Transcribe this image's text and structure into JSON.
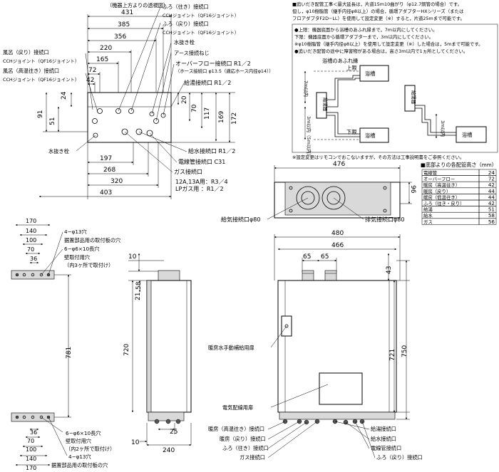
{
  "top_view": {
    "title": "（機器上方よりの透視図）",
    "dims_horizontal": [
      "431",
      "385",
      "356",
      "220",
      "165",
      "72",
      "42"
    ],
    "dims_vertical": [
      "24",
      "91",
      "51",
      "20",
      "70",
      "117",
      "169",
      "172"
    ],
    "dims_bottom": [
      "197",
      "268",
      "320",
      "403"
    ],
    "labels": {
      "bath_return": "風呂（戻り）接続口",
      "cch_1": "CCHジョイント（QF16ジョイント）",
      "bath_feed": "風呂（高温往き）接続口",
      "cch_2": "CCHジョイント（QF16ジョイント）",
      "furo_ouki": "ふろ（往き）接続口",
      "cch_3": "CCHジョイント（QF16ジョイント）",
      "furo_modori": "ふろ（戻り）接続口",
      "cch_4": "CCHジョイント（QF16ジョイント）",
      "drain_plug": "水抜き栓",
      "earth_screw": "アース接続ねじ",
      "overflow": "オーバーフロー接続口  R1／2",
      "overflow_note": "（ホース接続口 φ13.5（適応ホース内径φ14））",
      "hot_water": "給湯接続口  R1／2",
      "drain_plug_left": "水抜き栓",
      "water_inlet": "給水接続口  R1／2",
      "conduit": "電線管接続口  C31",
      "gas": "ガス接続口",
      "gas_12a": "12A,13A用：R3／4",
      "gas_lp": "LPガス用    ：R1／2"
    }
  },
  "notes": {
    "line1": "■追いだき配管工事＜最大延長は，片道15m10曲がり（φ12.7銅管の場合）です。",
    "line2": "  但し，φ10樹脂管（継手内径φ8以上）の場合，循環アダプターHXシリーズ（または",
    "line3": "  フロアダプタF2D−LL）を使用して設定変更（※）すると，片道25mまで可能です。",
    "b1": "●上限：機器底面から浴槽のあふれ縁まで，7m以内にしてください。",
    "b2": "  下限：機器底面から循環アダプターまで，3m以内にしてください。",
    "b3": "  ※φ10樹脂管（継手内径φ8以上）を使用して設定変更（※）した場合は，5mまで可能です。",
    "b4": "●追いだき配管の途中に障害物がある場合は，高さ3m以内で1ヵ所としてください。",
    "footnote": "※設定変更はリモコンでおこないますが，その方法は工事説明書をご参照ください。"
  },
  "inset": {
    "rim_label": "浴槽のあふれ縁",
    "upper_limit": "上限",
    "lower_limit": "下限",
    "unit_left": "給湯器",
    "unit_right": "給湯器",
    "tub1": "浴槽",
    "tub2": "浴槽",
    "tub3": "浴槽",
    "v7m": "7m以内",
    "v3m": "3m以内（5m以内）",
    "v3m_b": "3m以内"
  },
  "height_table": {
    "title": "■底部よりの各配管高さ（mm）",
    "rows": [
      {
        "name": "電線管",
        "value": "24"
      },
      {
        "name": "オーバーフロー",
        "value": "72"
      },
      {
        "name": "暖房（高温往き）",
        "value": "42"
      },
      {
        "name": "暖房（戻り）",
        "value": "44"
      },
      {
        "name": "暖房（低温往き）",
        "value": "44"
      },
      {
        "name": "ふろ（往き・戻り）",
        "value": "42"
      },
      {
        "name": "給湯",
        "value": "51"
      },
      {
        "name": "給水",
        "value": "58"
      },
      {
        "name": "ガス",
        "value": "56"
      }
    ]
  },
  "top_right_view": {
    "width": "476",
    "depth": "96",
    "intake": "給気接続口φ80",
    "exhaust": "排気接続口φ80"
  },
  "left_view": {
    "dims_top": [
      "170",
      "140",
      "100",
      "70",
      "36"
    ],
    "dims_bottom": [
      "36",
      "70",
      "100",
      "140",
      "170"
    ],
    "height": "781",
    "label_hole_top": "4−φ13穴",
    "label_holes_top_1": "据置部品用の取付板の穴",
    "label_holes_top_2": "6−φ6×10長穴",
    "label_holes_top_3": "壁取付用穴",
    "label_holes_top_4": "（内3ヶ所で取付け）",
    "label_holes_bot_1": "6−φ6×10長穴",
    "label_holes_bot_2": "壁取付用穴",
    "label_holes_bot_3": "（内2ヶ所で取付け）",
    "label_holes_bot_4": "4−φ13穴",
    "label_holes_bot_5": "据置部品用の取付板の穴"
  },
  "side_view": {
    "d10_top": "10",
    "d58": "58",
    "d21": "21",
    "d720": "720",
    "d25": "25",
    "d10_bot": "10",
    "d240": "240"
  },
  "front_view": {
    "d480": "480",
    "d466": "466",
    "d65a": "65",
    "d65b": "65",
    "d43": "43",
    "d721": "721",
    "d750": "750",
    "label_manual": "暖房水手動補給用扉",
    "label_panel": "電気配線用扉",
    "left_labels": [
      "暖房（高温往き）接続口",
      "暖房（戻り）接続口",
      "ふろ（往き）接続口",
      "ガス接続口"
    ],
    "right_labels": [
      "給湯接続口",
      "給水接続口",
      "電線管接続口",
      "ふろ（戻り）接続口"
    ]
  }
}
